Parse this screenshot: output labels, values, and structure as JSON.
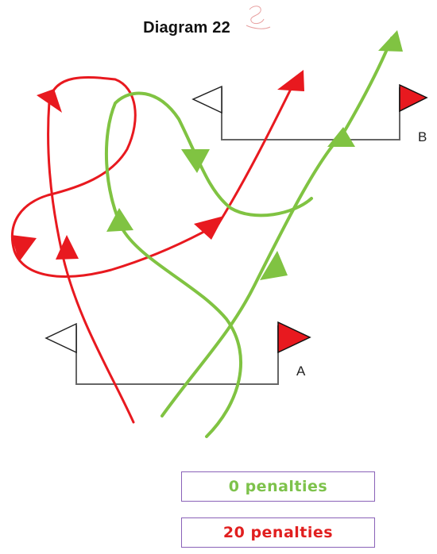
{
  "title": "Diagram 22",
  "gates": {
    "a": "A",
    "b": "B"
  },
  "legend": {
    "green": "0 penalties",
    "red": "20 penalties"
  },
  "colors": {
    "green_route": "#80c342",
    "red_route": "#e8191f",
    "legend_border": "#8a62b8",
    "flag_red": "#e8191f",
    "pole": "#666666"
  },
  "icons": [
    "signature-scribble",
    "flag-white",
    "flag-red",
    "arrowhead"
  ]
}
